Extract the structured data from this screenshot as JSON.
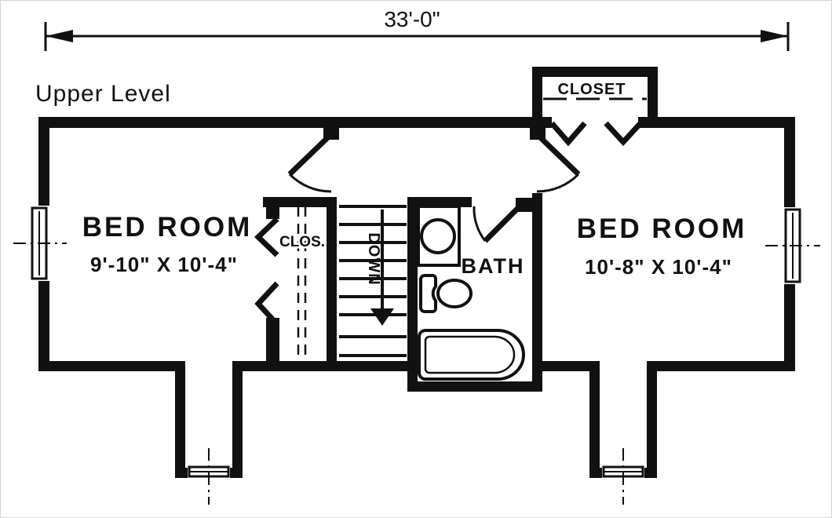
{
  "page": {
    "background": "#ffffff",
    "ink": "#111111"
  },
  "plan": {
    "level_label": "Upper Level",
    "overall_dimension": "33'-0\"",
    "rooms": {
      "bedroom_left": {
        "label": "BED ROOM",
        "size": "9'-10\" X 10'-4\""
      },
      "bedroom_right": {
        "label": "BED ROOM",
        "size": "10'-8\" X 10'-4\""
      },
      "bath": {
        "label": "BATH"
      },
      "closet": {
        "label": "CLOSET"
      },
      "small_closet": {
        "label": "CLOS."
      }
    },
    "stairs": {
      "direction_label": "DOWN"
    }
  }
}
